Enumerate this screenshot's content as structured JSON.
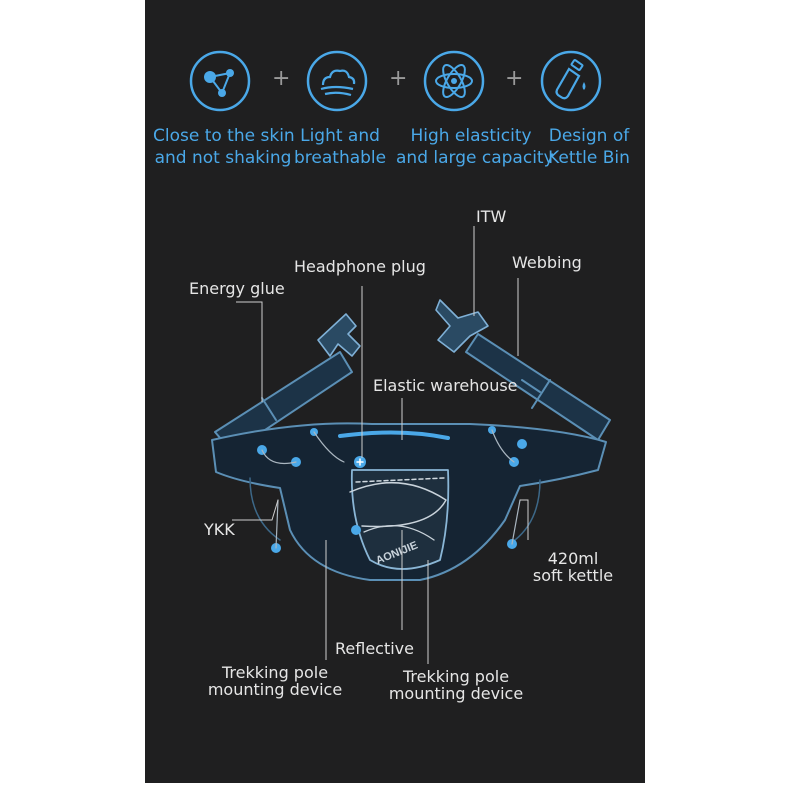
{
  "colors": {
    "panel": "#1f1f20",
    "accent": "#4aa8e8",
    "label": "#e6e6e6",
    "line": "#cfcfcf",
    "belt_edge": "#5b8fb5"
  },
  "features": [
    {
      "icon": "molecule-icon",
      "line1": "Close to the skin",
      "line2": "and not shaking"
    },
    {
      "icon": "wind-cloud-icon",
      "line1": "Light and",
      "line2": "breathable"
    },
    {
      "icon": "atom-icon",
      "line1": "High elasticity",
      "line2": "and large capacity"
    },
    {
      "icon": "bottle-icon",
      "line1": "Design of",
      "line2": "Kettle Bin"
    }
  ],
  "plus_sign": "+",
  "callouts": {
    "itw": "ITW",
    "webbing": "Webbing",
    "headphone_plug": "Headphone plug",
    "energy_glue": "Energy glue",
    "elastic_warehouse": "Elastic warehouse",
    "ykk": "YKK",
    "soft_kettle_1": "420ml",
    "soft_kettle_2": "soft kettle",
    "reflective": "Reflective",
    "trekking_left_1": "Trekking pole",
    "trekking_left_2": "mounting device",
    "trekking_right_1": "Trekking pole",
    "trekking_right_2": "mounting device"
  },
  "brand_text": "AONIJIE"
}
